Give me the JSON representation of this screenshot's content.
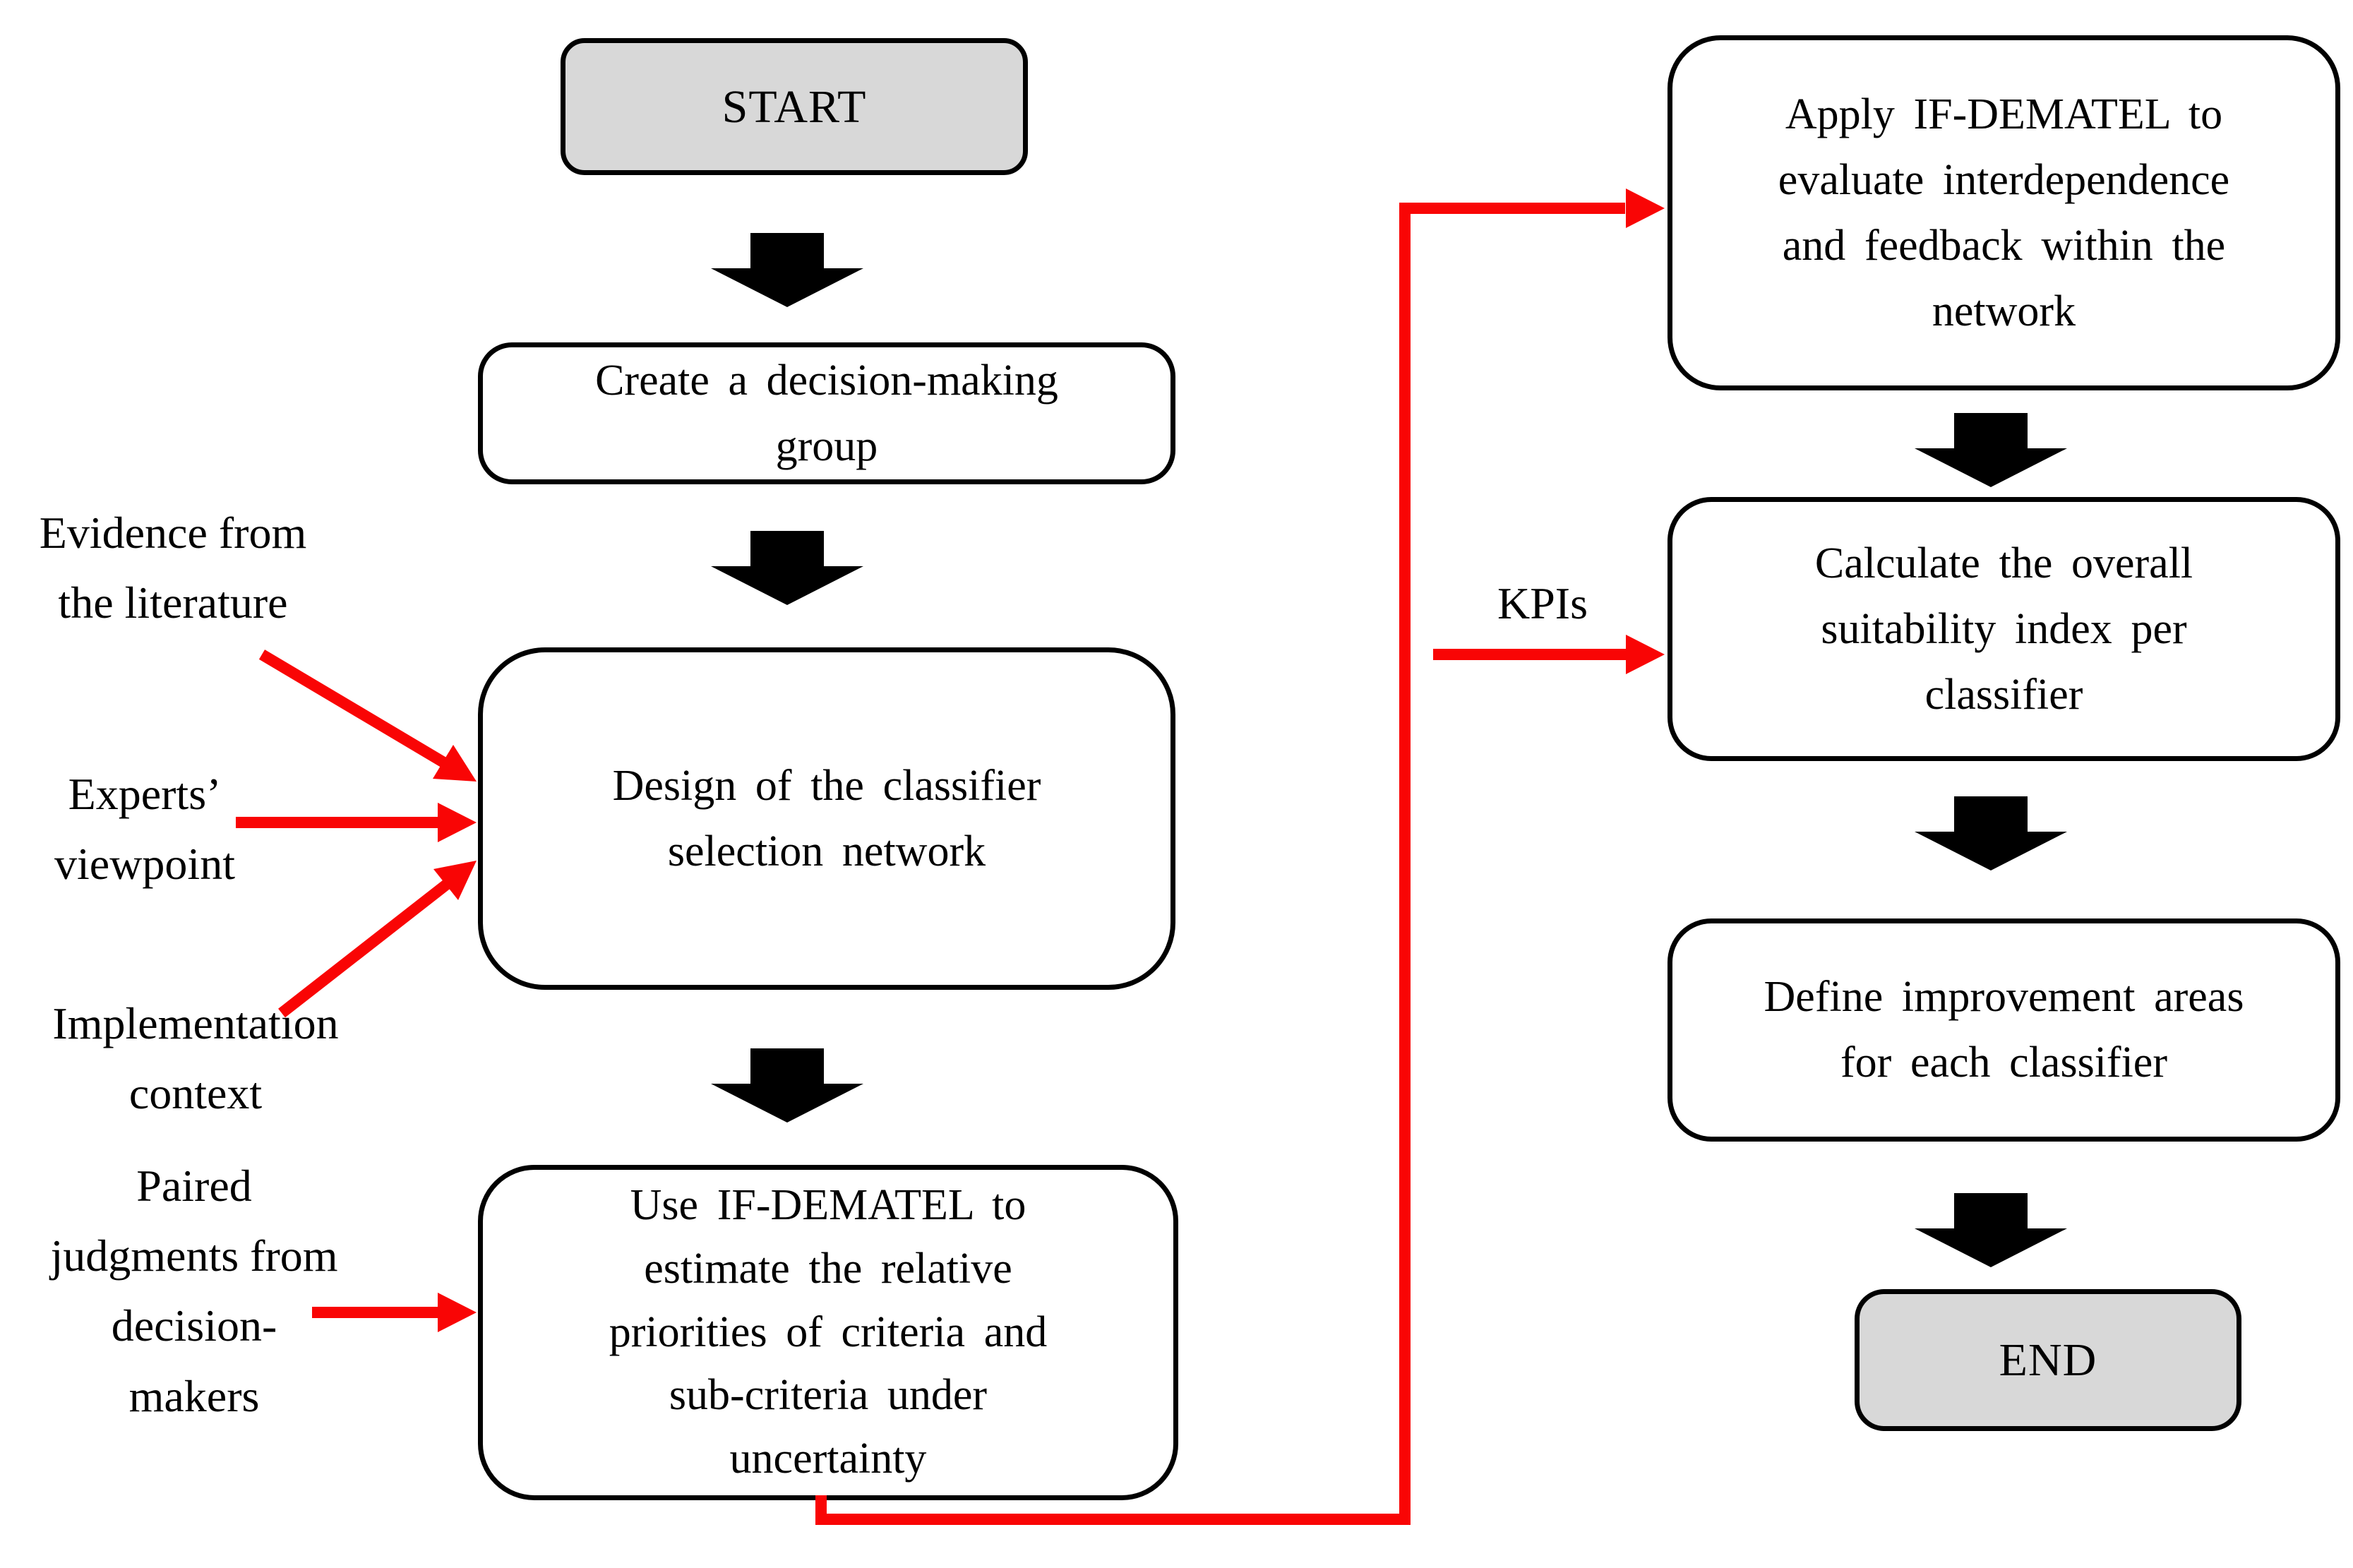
{
  "nodes": {
    "start": {
      "label": "START"
    },
    "create": {
      "label": "Create a decision-making\ngroup"
    },
    "design": {
      "label": "Design of the classifier\nselection network"
    },
    "use": {
      "label": "Use IF-DEMATEL to\nestimate the relative\npriorities of criteria and\nsub-criteria under\nuncertainty"
    },
    "apply": {
      "label": "Apply IF-DEMATEL to\nevaluate interdependence\nand feedback within the\nnetwork"
    },
    "calculate": {
      "label": "Calculate the overall\nsuitability index per\nclassifier"
    },
    "define": {
      "label": "Define improvement areas\nfor each classifier"
    },
    "end": {
      "label": "END"
    }
  },
  "inputs": {
    "evidence": "Evidence from\nthe literature",
    "experts": "Experts’\nviewpoint",
    "implementation": "Implementation\ncontext",
    "paired": "Paired\njudgments from\ndecision-\nmakers",
    "kpis": "KPIs"
  },
  "colors": {
    "terminal_fill": "#d8d8d8",
    "process_fill": "#ffffff",
    "border": "#000000",
    "flow_arrow": "#000000",
    "input_arrow": "#f90505"
  }
}
